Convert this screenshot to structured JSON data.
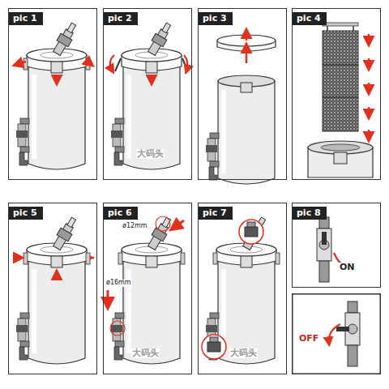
{
  "diagram": {
    "nodes": [
      {
        "text": [
          "pic 1"
        ]
      },
      {
        "text": [
          "pic 2"
        ]
      },
      {
        "text": [
          "pic 3"
        ]
      },
      {
        "text": [
          "pic 4"
        ]
      },
      {
        "text": [
          "pic 5"
        ]
      },
      {
        "text": [
          "pic 6"
        ]
      },
      {
        "text": [
          "pic 7"
        ]
      },
      {
        "text": [
          "pic 8"
        ]
      }
    ],
    "labels": [
      "ø12mm",
      "ø16mm",
      "ON",
      "OFF",
      "大码头",
      "大码头",
      "大码头"
    ]
  }
}
